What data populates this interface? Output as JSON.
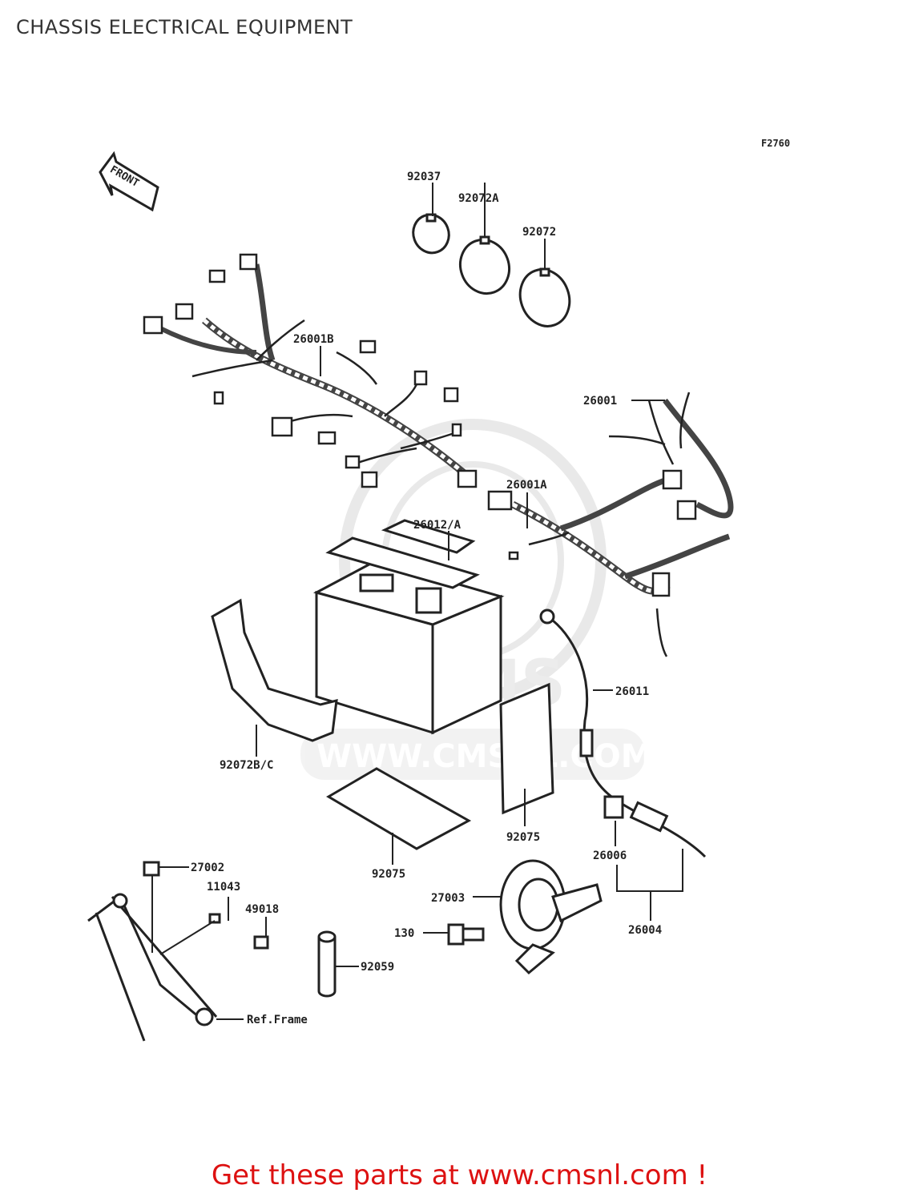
{
  "page": {
    "title": "CHASSIS ELECTRICAL EQUIPMENT",
    "figure_code": "F2760",
    "front_label": "FRONT",
    "footer_text": "Get these parts at www.cmsnl.com !",
    "footer_color": "#dd1111"
  },
  "watermark": {
    "logo_text": "CMS",
    "url_text": "WWW.CMSNL.COM"
  },
  "parts": [
    {
      "id": "p92037",
      "label": "92037"
    },
    {
      "id": "p92072A",
      "label": "92072A"
    },
    {
      "id": "p92072",
      "label": "92072"
    },
    {
      "id": "p26001B",
      "label": "26001B"
    },
    {
      "id": "p26001",
      "label": "26001"
    },
    {
      "id": "p26001A",
      "label": "26001A"
    },
    {
      "id": "p26012A",
      "label": "26012/A"
    },
    {
      "id": "p26011",
      "label": "26011"
    },
    {
      "id": "p92072BC",
      "label": "92072B/C"
    },
    {
      "id": "p92075a",
      "label": "92075"
    },
    {
      "id": "p92075b",
      "label": "92075"
    },
    {
      "id": "p26006",
      "label": "26006"
    },
    {
      "id": "p27002",
      "label": "27002"
    },
    {
      "id": "p11043",
      "label": "11043"
    },
    {
      "id": "p49018",
      "label": "49018"
    },
    {
      "id": "p27003",
      "label": "27003"
    },
    {
      "id": "p26004",
      "label": "26004"
    },
    {
      "id": "p130",
      "label": "130"
    },
    {
      "id": "p92059",
      "label": "92059"
    },
    {
      "id": "pRefFrame",
      "label": "Ref.Frame"
    }
  ]
}
